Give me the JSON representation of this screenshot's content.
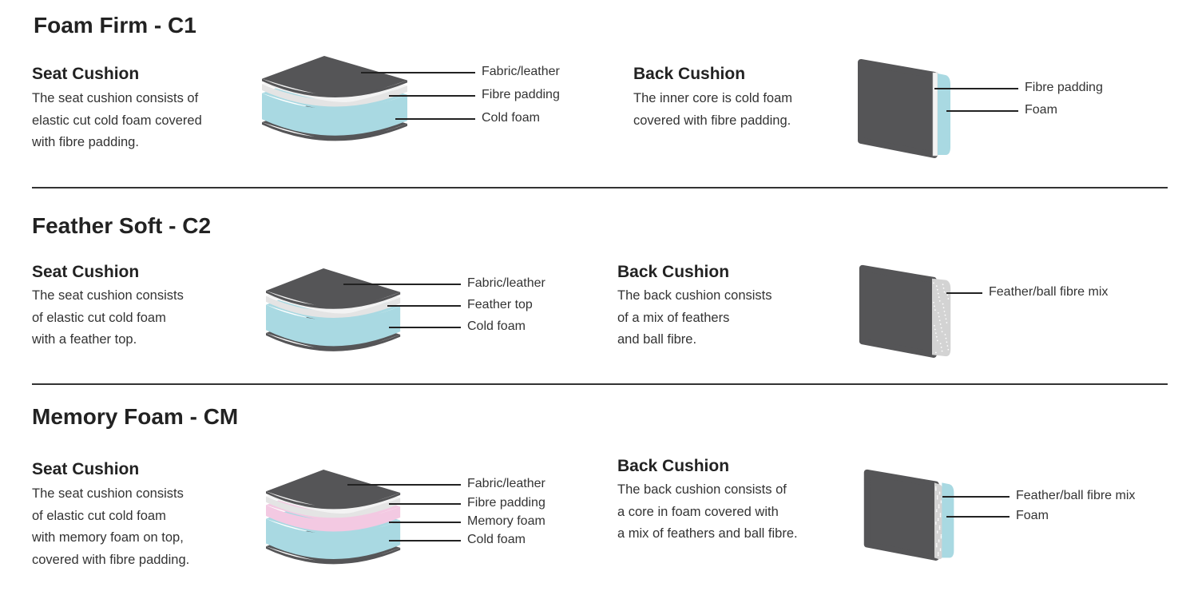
{
  "colors": {
    "dark": "#555557",
    "blue": "#a9d9e2",
    "white": "#f3f3f3",
    "pink": "#f3c9e2",
    "feather": "#d3d3d3",
    "text": "#222222"
  },
  "sections": [
    {
      "title": "Foam Firm - C1",
      "seat": {
        "heading": "Seat Cushion",
        "lines": [
          "The seat cushion consists of",
          "elastic cut cold foam covered",
          "with fibre padding."
        ],
        "layers": [
          {
            "label": "Fabric/leather",
            "kind": "fabric"
          },
          {
            "label": "Fibre padding",
            "kind": "padding"
          },
          {
            "label": "Cold foam",
            "kind": "foam"
          }
        ]
      },
      "back": {
        "heading": "Back Cushion",
        "lines": [
          "The inner core is cold foam",
          "covered with fibre padding."
        ],
        "layers": [
          {
            "label": "Fibre padding",
            "kind": "padding"
          },
          {
            "label": "Foam",
            "kind": "foam"
          }
        ]
      }
    },
    {
      "title": "Feather Soft - C2",
      "seat": {
        "heading": "Seat Cushion",
        "lines": [
          "The seat cushion consists",
          "of elastic cut cold foam",
          "with a feather top."
        ],
        "layers": [
          {
            "label": "Fabric/leather",
            "kind": "fabric"
          },
          {
            "label": "Feather top",
            "kind": "padding"
          },
          {
            "label": "Cold foam",
            "kind": "foam"
          }
        ]
      },
      "back": {
        "heading": "Back Cushion",
        "lines": [
          "The back cushion consists",
          "of a mix of feathers",
          "and ball fibre."
        ],
        "layers": [
          {
            "label": "Feather/ball fibre mix",
            "kind": "feather"
          }
        ]
      }
    },
    {
      "title": "Memory Foam - CM",
      "seat": {
        "heading": "Seat Cushion",
        "lines": [
          "The seat cushion consists",
          "of elastic cut cold foam",
          "with memory foam on top,",
          "covered with fibre padding."
        ],
        "layers": [
          {
            "label": "Fabric/leather",
            "kind": "fabric"
          },
          {
            "label": "Fibre padding",
            "kind": "padding"
          },
          {
            "label": "Memory foam",
            "kind": "memory"
          },
          {
            "label": "Cold foam",
            "kind": "foam"
          }
        ]
      },
      "back": {
        "heading": "Back Cushion",
        "lines": [
          "The back cushion consists of",
          "a core in foam covered with",
          "a mix of feathers and ball fibre."
        ],
        "layers": [
          {
            "label": "Feather/ball fibre mix",
            "kind": "feather"
          },
          {
            "label": "Foam",
            "kind": "foam"
          }
        ]
      }
    }
  ]
}
